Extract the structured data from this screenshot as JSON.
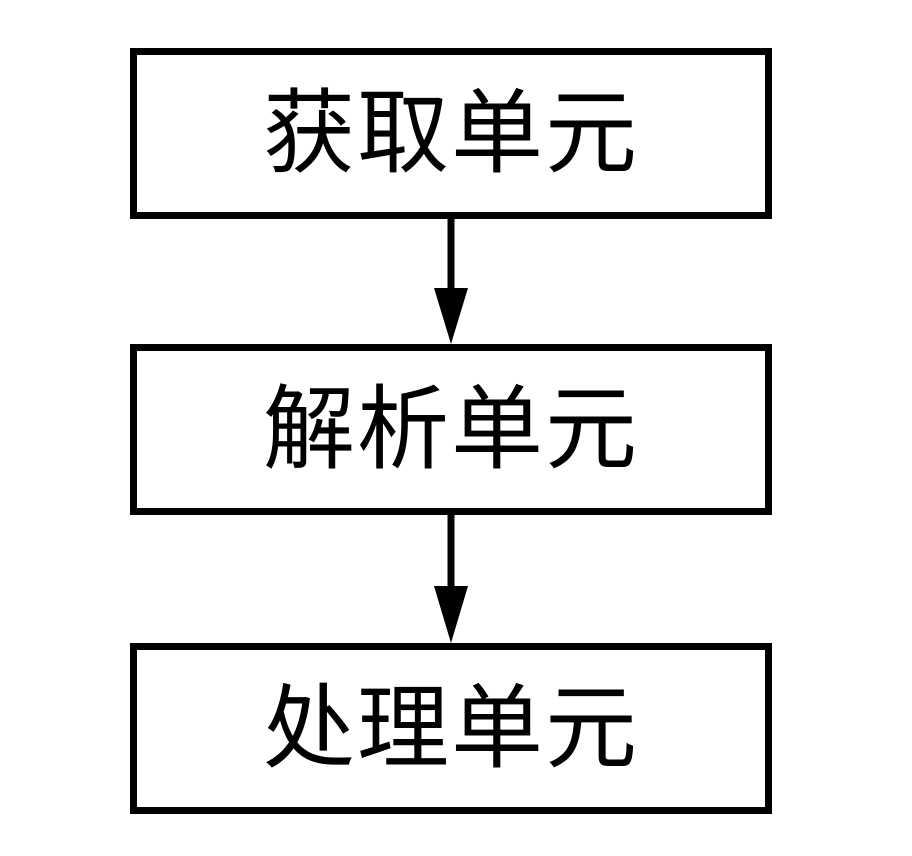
{
  "diagram": {
    "type": "vertical-flowchart",
    "colors": {
      "border": "#000000",
      "background": "#ffffff",
      "text": "#000000"
    },
    "nodes": [
      {
        "id": "acquire",
        "label": "获取单元"
      },
      {
        "id": "parse",
        "label": "解析单元"
      },
      {
        "id": "process",
        "label": "处理单元"
      }
    ],
    "edges": [
      {
        "from": "acquire",
        "to": "parse"
      },
      {
        "from": "parse",
        "to": "process"
      }
    ]
  }
}
